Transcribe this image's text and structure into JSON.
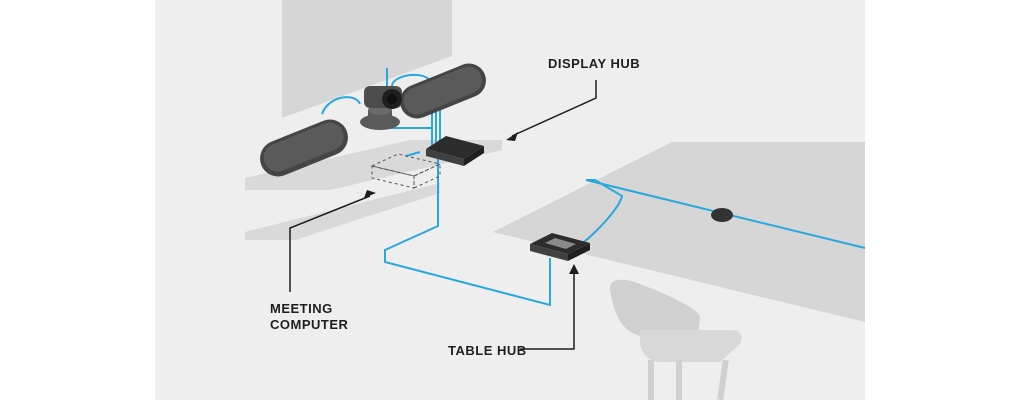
{
  "labels": {
    "display_hub": "DISPLAY HUB",
    "meeting_computer_line1": "MEETING",
    "meeting_computer_line2": "COMPUTER",
    "table_hub": "TABLE HUB"
  },
  "colors": {
    "background_panel": "#eeeeee",
    "surface": "#d6d6d6",
    "cable": "#29a8e0",
    "device_dark": "#3a3a3a",
    "label_text": "#1f1f1f"
  },
  "icons": [
    "display-hub-icon",
    "table-hub-icon",
    "camera-icon",
    "speaker-icon",
    "mic-pod-icon",
    "chair-icon"
  ]
}
